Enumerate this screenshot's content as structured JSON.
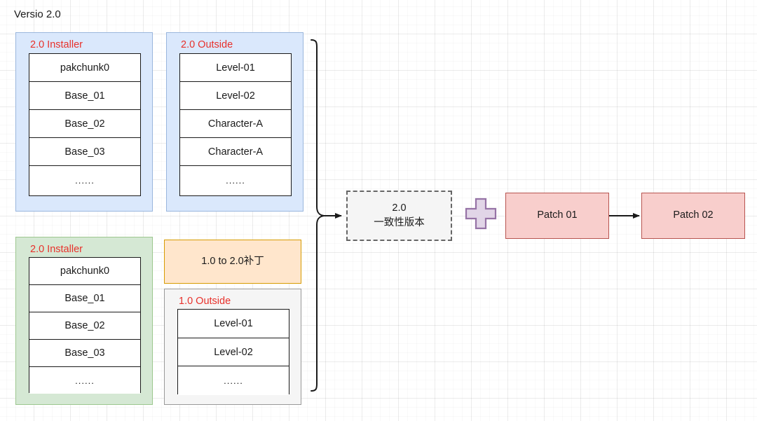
{
  "diagram": {
    "title": "Versio 2.0",
    "colors": {
      "blue_fill": "#dae8fc",
      "blue_stroke": "#9ab6dd",
      "green_fill": "#d5e8d4",
      "green_stroke": "#9cc78f",
      "orange_fill": "#ffe6cc",
      "orange_stroke": "#d79b00",
      "gray_fill": "#f5f5f5",
      "gray_stroke": "#999999",
      "red_fill": "#f8cecc",
      "red_stroke": "#b85450",
      "purple_fill": "#e1d5e7",
      "purple_stroke": "#9673a6",
      "label_red": "#e8312b",
      "dashed_stroke": "#666666",
      "arrow": "#1a1a1a"
    },
    "groups": [
      {
        "id": "installer-2-0-blue",
        "label": "2.0 Installer",
        "rows": [
          "pakchunk0",
          "Base_01",
          "Base_02",
          "Base_03",
          "......"
        ]
      },
      {
        "id": "outside-2-0",
        "label": "2.0 Outside",
        "rows": [
          "Level-01",
          "Level-02",
          "Character-A",
          "Character-A",
          "......"
        ]
      },
      {
        "id": "installer-2-0-green",
        "label": "2.0 Installer",
        "rows": [
          "pakchunk0",
          "Base_01",
          "Base_02",
          "Base_03",
          "......"
        ]
      },
      {
        "id": "outside-1-0",
        "label": "1.0 Outside",
        "rows": [
          "Level-01",
          "Level-02",
          "......"
        ]
      }
    ],
    "patch_box": {
      "label": "1.0 to 2.0补丁"
    },
    "consistent_version_box": {
      "line1": "2.0",
      "line2": "一致性版本"
    },
    "plus_symbol": "plus-sign",
    "patches": [
      {
        "id": "patch-01",
        "label": "Patch 01"
      },
      {
        "id": "patch-02",
        "label": "Patch 02"
      }
    ]
  }
}
